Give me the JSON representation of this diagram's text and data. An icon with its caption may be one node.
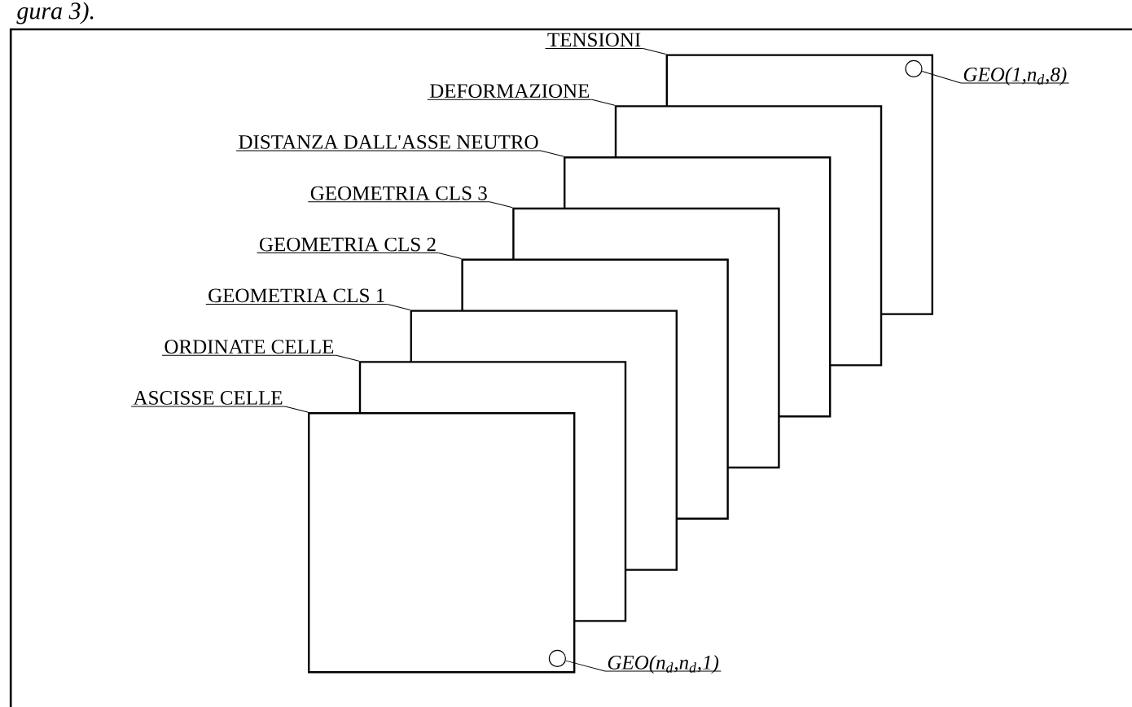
{
  "diagram": {
    "nodes": [
      {
        "text": [
          "TENSIONI"
        ]
      },
      {
        "text": [
          "DEFORMAZIONE"
        ]
      },
      {
        "text": [
          "DISTANZA DALL'ASSE NEUTRO"
        ]
      },
      {
        "text": [
          "GEOMETRIA CLS 3"
        ]
      },
      {
        "text": [
          "GEOMETRIA CLS 2"
        ]
      },
      {
        "text": [
          "GEOMETRIA CLS 1"
        ]
      },
      {
        "text": [
          "ORDINATE CELLE"
        ]
      },
      {
        "text": [
          "ASCISSE CELLE"
        ]
      },
      {
        "text": [
          "GEO(1,n$_{d}$,8)"
        ]
      },
      {
        "text": [
          "GEO(n$_{d}$,n$_{d}$,1)"
        ]
      },
      {
        "text": [],
        "shape": "box"
      },
      {
        "text": [],
        "shape": "box"
      },
      {
        "text": [],
        "shape": "box"
      },
      {
        "text": [],
        "shape": "box"
      },
      {
        "text": [],
        "shape": "box"
      },
      {
        "text": [],
        "shape": "box"
      },
      {
        "text": [],
        "shape": "box"
      },
      {
        "text": [],
        "shape": "box"
      },
      {
        "text": [],
        "shape": "circle",
        "in": 10
      },
      {
        "text": [],
        "shape": "circle",
        "in": 17
      }
    ],
    "edges": [
      {
        "from": 0,
        "to": 10,
        "arrow": "none"
      },
      {
        "from": 1,
        "to": 11,
        "arrow": "none"
      },
      {
        "from": 2,
        "to": 12,
        "arrow": "none"
      },
      {
        "from": 3,
        "to": 13,
        "arrow": "none"
      },
      {
        "from": 4,
        "to": 14,
        "arrow": "none"
      },
      {
        "from": 5,
        "to": 15,
        "arrow": "none"
      },
      {
        "from": 6,
        "to": 16,
        "arrow": "none"
      },
      {
        "from": 7,
        "to": 17,
        "arrow": "none"
      },
      {
        "from": 8,
        "to": 18,
        "arrow": "none"
      },
      {
        "from": 9,
        "to": 19,
        "arrow": "none"
      }
    ],
    "labels": [
      "gura 3)."
    ]
  }
}
